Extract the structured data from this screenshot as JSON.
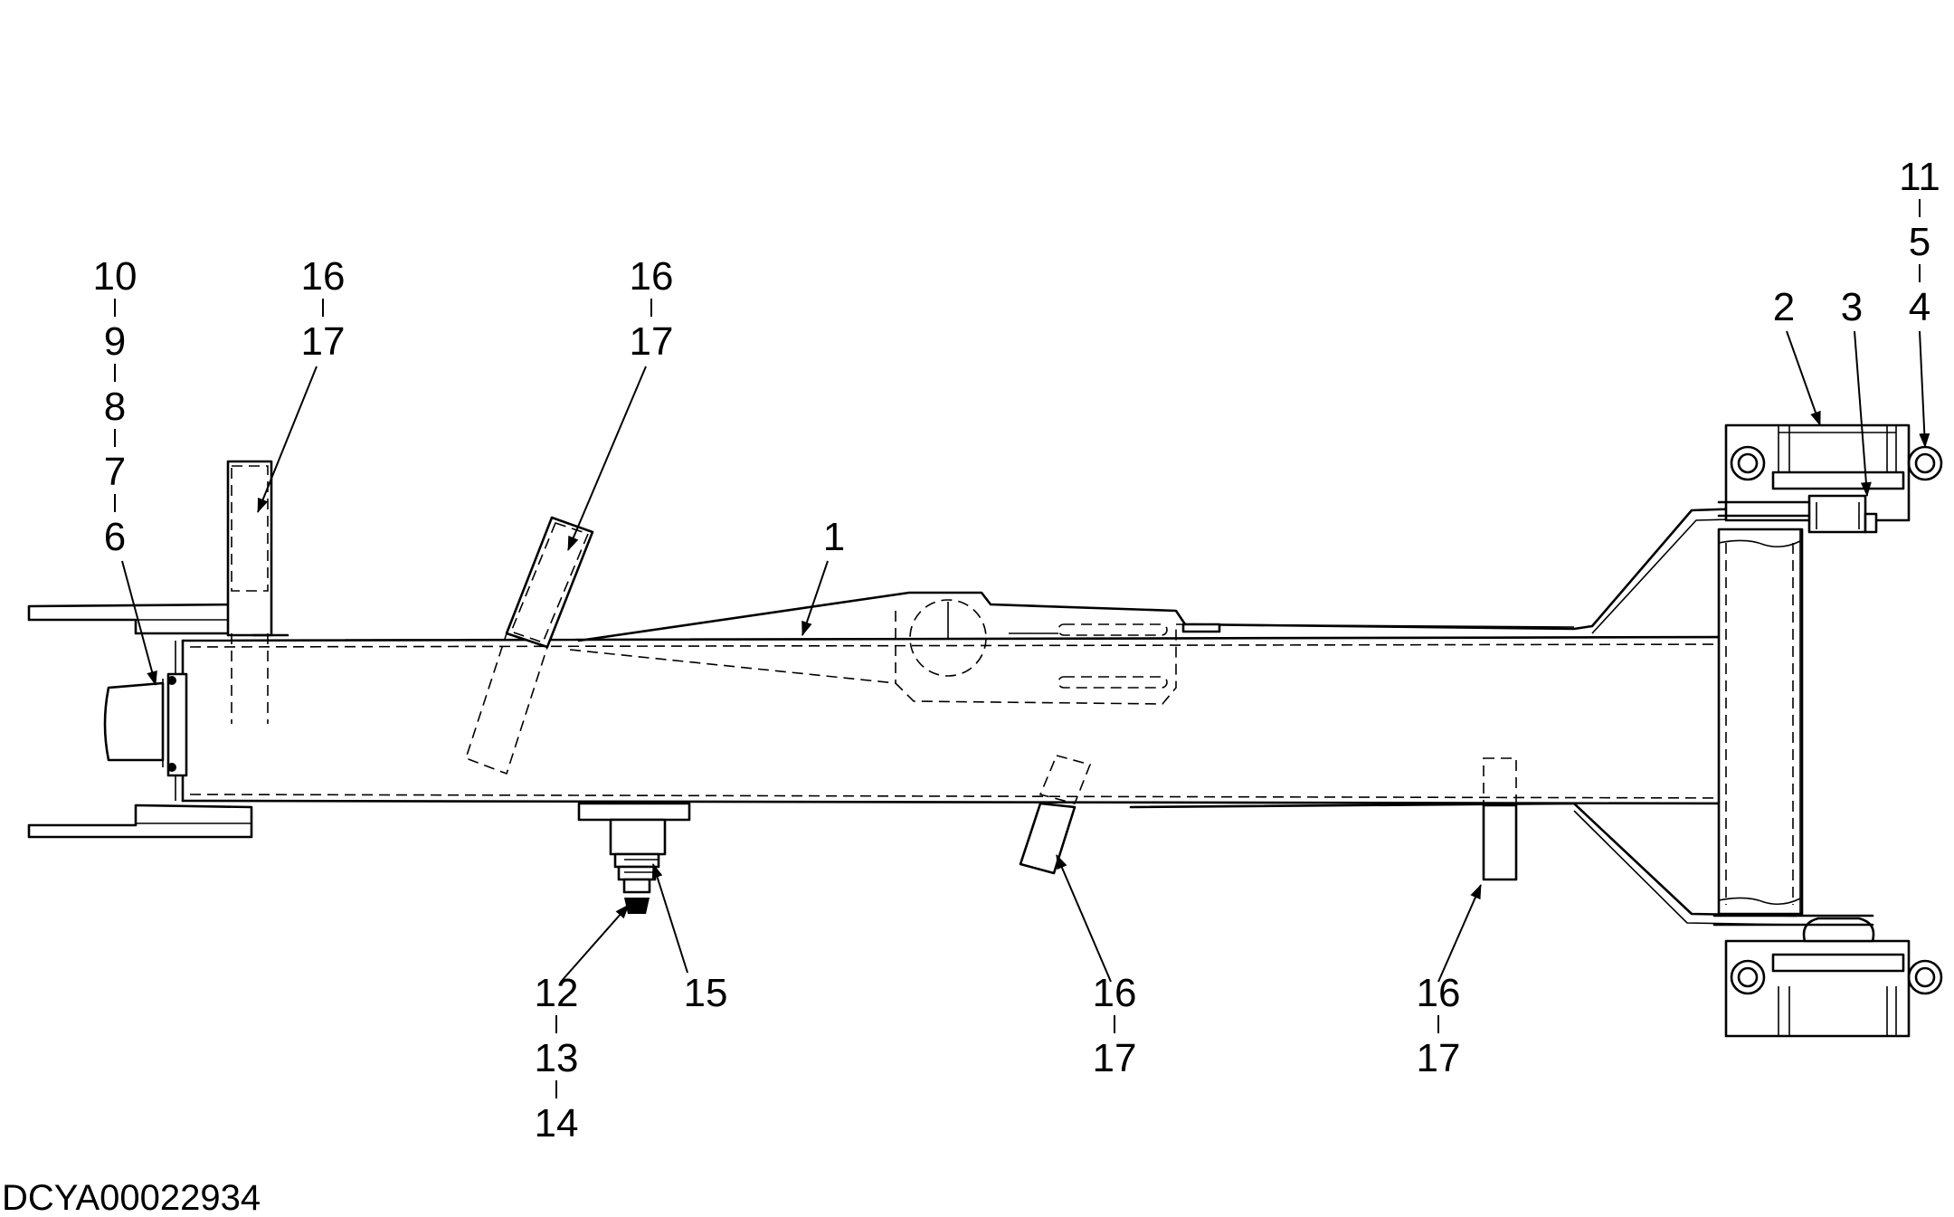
{
  "drawing_code": "DCYA00022934",
  "callouts": {
    "left_stack": [
      "10",
      "9",
      "8",
      "7",
      "6"
    ],
    "upper_pad_a": [
      "16",
      "17"
    ],
    "upper_pad_b": [
      "16",
      "17"
    ],
    "main_frame": "1",
    "top_right_stack": [
      "11",
      "5",
      "4"
    ],
    "bracket": "2",
    "bushing": "3",
    "lower_fitting": [
      "12",
      "13",
      "14"
    ],
    "fitting_tip": "15",
    "lower_pad_a": [
      "16",
      "17"
    ],
    "lower_pad_b": [
      "16",
      "17"
    ]
  }
}
